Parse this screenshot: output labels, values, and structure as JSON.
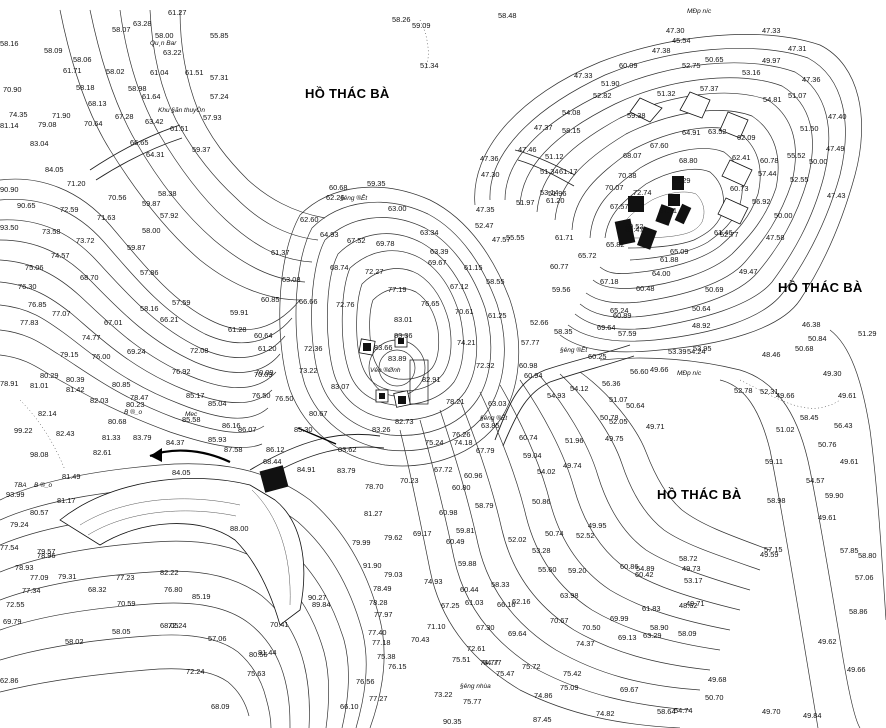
{
  "lake_labels": [
    "HỒ THÁC BÀ",
    "HỒ THÁC BÀ",
    "HỒ THÁC BÀ"
  ],
  "small_labels": {
    "water_line_top": "MĐp n­­íc",
    "water_line_right": "MĐp n­íc",
    "cafe": "Qu¸n Bar",
    "hotel_zone": "Khu §ãn thuyÒn",
    "summit": "V­ên ®Ønh",
    "stream_1": "§­êng ®Êt",
    "stream_2": "§­êng ®Êt",
    "stream_3": "§­êng ®Êt",
    "stream_bottom": "§­êng nhùa",
    "boat_left": "B ®_o",
    "boat_mid": "B ®_o",
    "mec": "Mec",
    "tba": "TBA"
  },
  "elevations": [
    "58.26",
    "59.09",
    "58.48",
    "51.34",
    "61.27",
    "63.28",
    "58.07",
    "58.00",
    "55.85",
    "58.16",
    "58.09",
    "58.06",
    "61.71",
    "63.22",
    "61.04",
    "61.51",
    "57.31",
    "70.90",
    "58.18",
    "58.02",
    "58.98",
    "61.64",
    "57.24",
    "71.90",
    "68.13",
    "67.28",
    "63.42",
    "61.51",
    "57.93",
    "74.35",
    "79.08",
    "70.64",
    "81.14",
    "66.65",
    "64.31",
    "59.37",
    "83.04",
    "84.05",
    "71.20",
    "70.56",
    "59.87",
    "58.38",
    "90.90",
    "90.65",
    "72.59",
    "71.63",
    "57.92",
    "93.50",
    "73.58",
    "73.72",
    "59.87",
    "58.00",
    "75.06",
    "74.57",
    "68.70",
    "57.86",
    "76.30",
    "76.85",
    "77.07",
    "67.01",
    "58.16",
    "59.91",
    "57.59",
    "77.83",
    "74.77",
    "66.21",
    "61.28",
    "60.64",
    "79.15",
    "76.00",
    "69.24",
    "72.08",
    "61.20",
    "70.09",
    "80.29",
    "80.39",
    "76.92",
    "78.91",
    "81.01",
    "81.42",
    "80.85",
    "78.47",
    "85.17",
    "85.04",
    "82.03",
    "80.23",
    "84.37",
    "85.58",
    "86.16",
    "86.07",
    "82.14",
    "82.43",
    "80.68",
    "81.33",
    "83.79",
    "85.93",
    "87.58",
    "86.12",
    "99.22",
    "82.61",
    "98.08",
    "81.49",
    "84.05",
    "68.44",
    "84.91",
    "93.99",
    "80.57",
    "81.17",
    "79.24",
    "88.00",
    "77.54",
    "78.96",
    "79.57",
    "78.93",
    "77.09",
    "79.31",
    "77.23",
    "82.22",
    "77.34",
    "68.32",
    "72.55",
    "70.59",
    "85.19",
    "69.79",
    "72.24",
    "76.80",
    "68.05",
    "58.05",
    "57.06",
    "70.41",
    "90.27",
    "76.50",
    "58.02",
    "80.56",
    "81.44",
    "72.24",
    "75.63",
    "62.86",
    "68.09",
    "66.10",
    "60.68",
    "59.35",
    "62.26",
    "63.00",
    "62.60",
    "64.93",
    "67.52",
    "69.78",
    "63.34",
    "61.37",
    "63.39",
    "69.67",
    "68.74",
    "72.27",
    "61.15",
    "63.08",
    "67.12",
    "60.85",
    "66.66",
    "72.76",
    "77.19",
    "76.65",
    "70.61",
    "72.36",
    "83.01",
    "83.36",
    "74.21",
    "73.22",
    "83.66",
    "72.32",
    "70.09",
    "76.50",
    "83.07",
    "83.89",
    "82.91",
    "80.67",
    "82.73",
    "78.21",
    "85.30",
    "83.62",
    "83.26",
    "75.24",
    "76.26",
    "74.18",
    "83.79",
    "67.72",
    "67.79",
    "78.70",
    "70.23",
    "60.80",
    "60.96",
    "81.27",
    "60.98",
    "58.79",
    "69.17",
    "59.81",
    "79.99",
    "79.62",
    "60.49",
    "91.90",
    "59.88",
    "79.03",
    "78.49",
    "74.93",
    "60.44",
    "89.84",
    "78.28",
    "67.25",
    "61.03",
    "77.97",
    "77.40",
    "71.10",
    "70.43",
    "67.30",
    "77.18",
    "75.38",
    "75.51",
    "72.61",
    "76.15",
    "74.77",
    "76.56",
    "77.27",
    "73.22",
    "75.77",
    "90.35",
    "87.45",
    "74.86",
    "75.09",
    "75.42",
    "75.72",
    "75.47",
    "74.37",
    "69.64",
    "64.77",
    "69.99",
    "70.67",
    "70.50",
    "69.13",
    "63.29",
    "61.83",
    "66.16",
    "62.16",
    "63.98",
    "58.33",
    "55.60",
    "59.20",
    "60.42",
    "60.86",
    "52.02",
    "53.28",
    "50.74",
    "52.52",
    "49.95",
    "50.86",
    "54.02",
    "49.74",
    "51.96",
    "52.05",
    "59.04",
    "60.74",
    "63.85",
    "63.03",
    "69.64",
    "58.35",
    "57.77",
    "52.66",
    "61.25",
    "60.94",
    "60.98",
    "54.12",
    "56.36",
    "54.93",
    "51.07",
    "50.64",
    "50.78",
    "49.71",
    "49.75",
    "49.66",
    "54.24",
    "53.39",
    "56.60",
    "60.25",
    "57.59",
    "60.89",
    "59.56",
    "65.24",
    "64.00",
    "60.48",
    "61.88",
    "65.09",
    "69.47",
    "65.82",
    "67.18",
    "65.72",
    "60.77",
    "61.71",
    "61.20",
    "69.52",
    "67.57",
    "70.07",
    "70.38",
    "72.74",
    "69.29",
    "67.11",
    "68.80",
    "67.60",
    "68.07",
    "64.91",
    "63.52",
    "62.09",
    "62.41",
    "60.78",
    "57.44",
    "60.73",
    "56.92",
    "52.77",
    "61.46",
    "55.52",
    "52.55",
    "50.00",
    "50.00",
    "51.07",
    "51.50",
    "47.40",
    "47.49",
    "47.43",
    "47.58",
    "49.47",
    "50.69",
    "48.92",
    "50.64",
    "53.95",
    "54.81",
    "53.16",
    "49.97",
    "47.36",
    "47.31",
    "47.33",
    "47.30",
    "45.54",
    "47.38",
    "50.65",
    "52.75",
    "51.90",
    "51.32",
    "57.37",
    "60.09",
    "52.82",
    "47.33",
    "54.08",
    "59.38",
    "58.15",
    "47.37",
    "47.46",
    "51.12",
    "61.17",
    "51.34",
    "47.36",
    "47.30",
    "51.96",
    "47.35",
    "52.47",
    "47.57",
    "51.97",
    "55.55",
    "53.14",
    "58.55",
    "46.38",
    "48.46",
    "50.84",
    "50.68",
    "51.29",
    "49.30",
    "52.31",
    "52.78",
    "49.66",
    "49.61",
    "51.02",
    "56.43",
    "58.45",
    "50.76",
    "59.11",
    "49.61",
    "58.98",
    "54.57",
    "59.90",
    "49.61",
    "57.15",
    "58.80",
    "57.06",
    "49.59",
    "57.85",
    "58.72",
    "49.73",
    "53.17",
    "48.62",
    "54.89",
    "49.71",
    "58.86",
    "58.09",
    "49.62",
    "58.90",
    "49.68",
    "49.66",
    "50.70",
    "49.70",
    "49.84",
    "54.74",
    "58.64",
    "74.82",
    "69.67"
  ]
}
